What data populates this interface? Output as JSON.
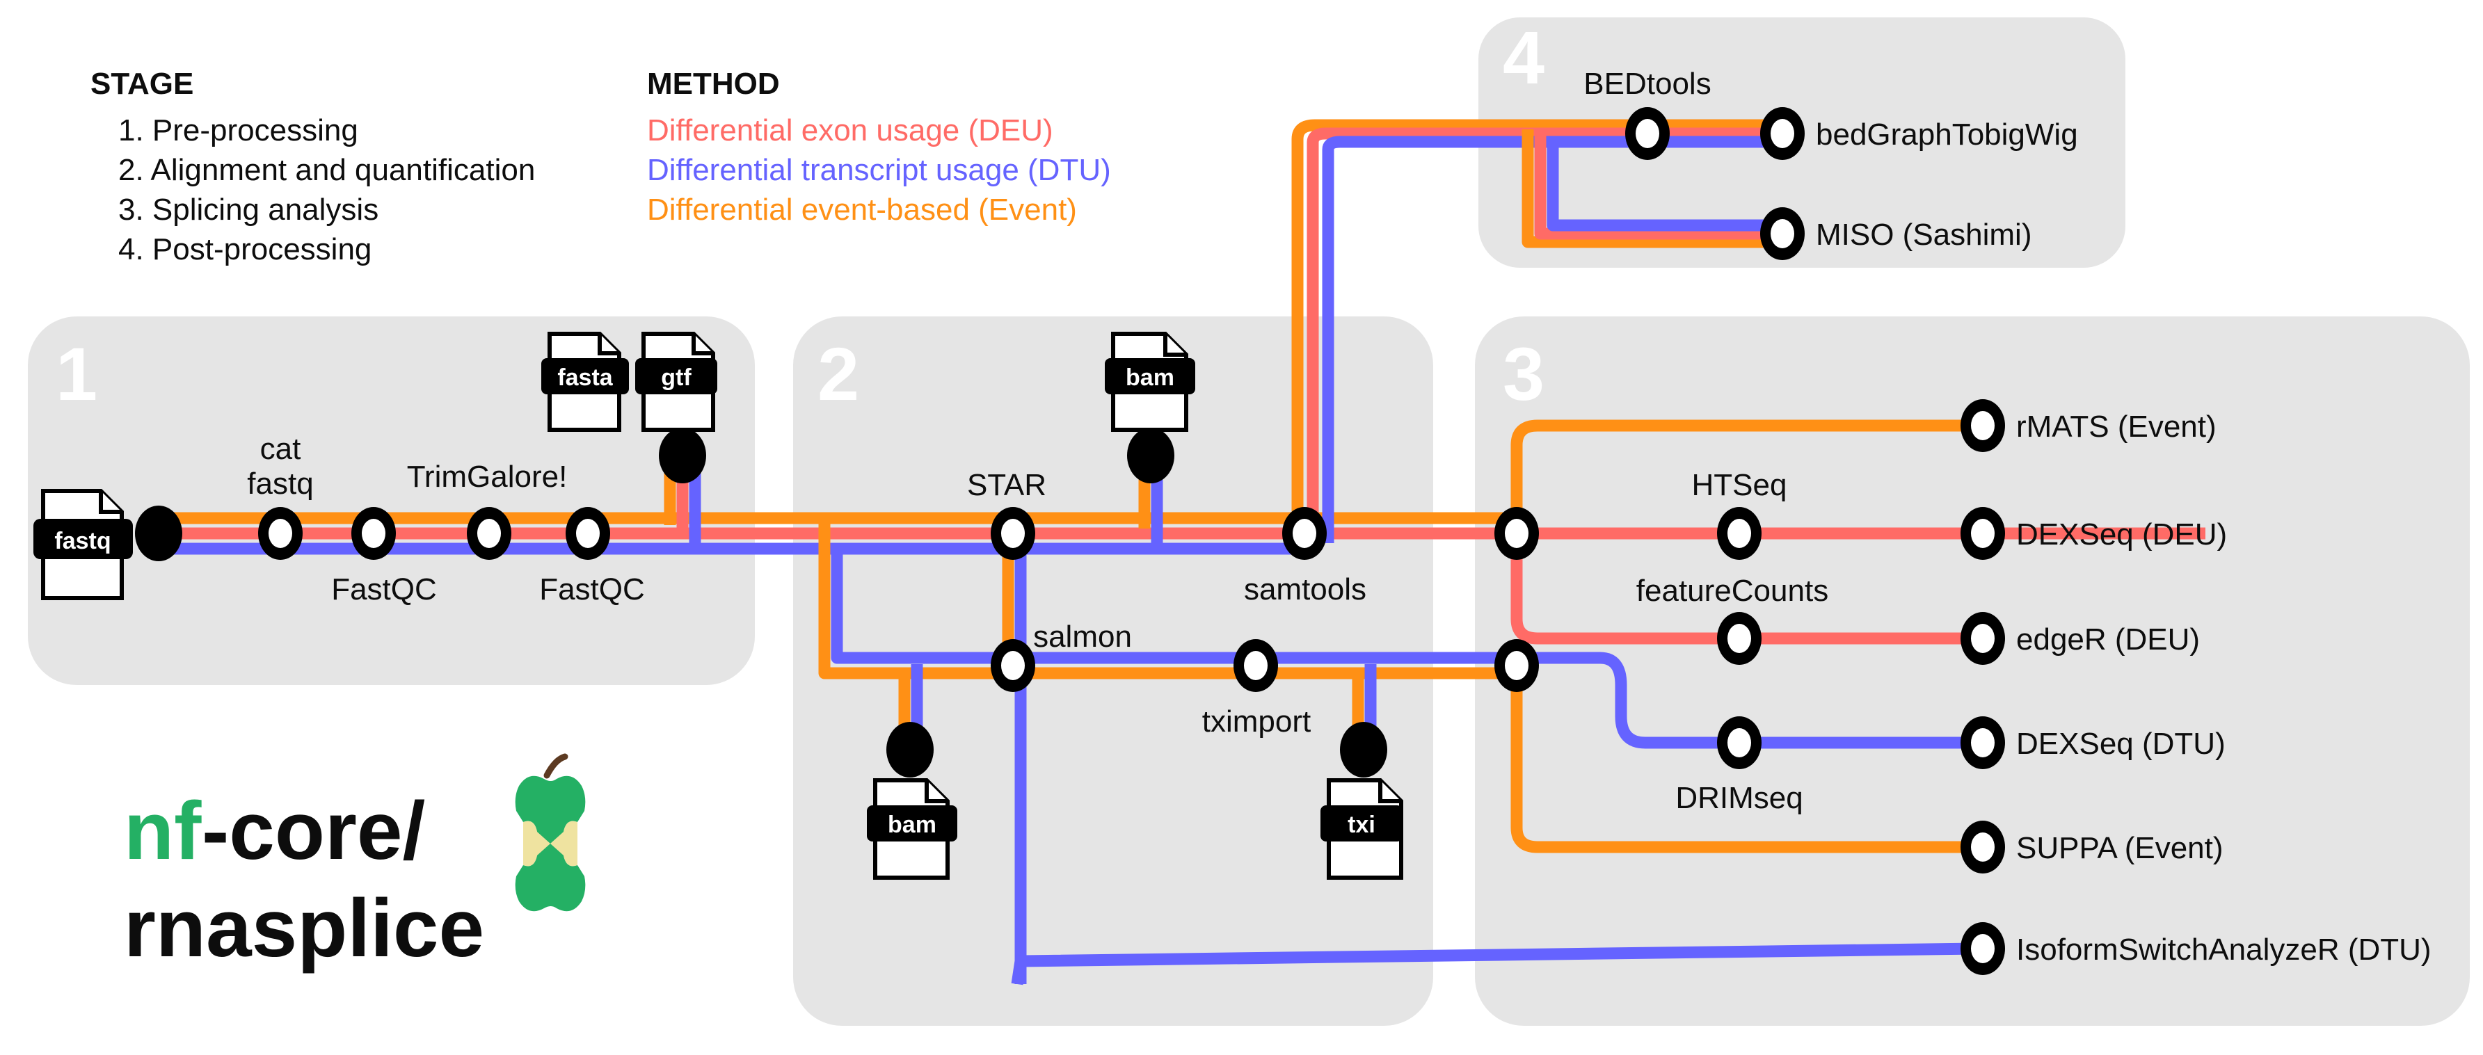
{
  "legend": {
    "stage": {
      "title": "STAGE",
      "items": [
        "1. Pre-processing",
        "2. Alignment and quantification",
        "3. Splicing analysis",
        "4. Post-processing"
      ]
    },
    "method": {
      "title": "METHOD",
      "items": [
        {
          "label": "Differential exon usage (DEU)",
          "color": "#FF6B66",
          "key": "DEU"
        },
        {
          "label": "Differential transcript usage (DTU)",
          "color": "#6563FF",
          "key": "DTU"
        },
        {
          "label": "Differential event-based (Event)",
          "color": "#FF9015",
          "key": "Event"
        }
      ]
    }
  },
  "colors": {
    "deu": "#FF6B66",
    "dtu": "#6563FF",
    "event": "#FF9015",
    "panel": "#E5E5E5",
    "node": "#000000",
    "text": "#0d0d0d",
    "logo_green": "#24B064",
    "logo_cream": "#EFE3A0",
    "logo_stem": "#5C3A21"
  },
  "stages": [
    {
      "number": "1",
      "name": "Pre-processing"
    },
    {
      "number": "2",
      "name": "Alignment and quantification"
    },
    {
      "number": "3",
      "name": "Splicing analysis"
    },
    {
      "number": "4",
      "name": "Post-processing"
    }
  ],
  "files": [
    {
      "id": "fastq-in",
      "label": "fastq"
    },
    {
      "id": "fasta-ref",
      "label": "fasta"
    },
    {
      "id": "gtf-ref",
      "label": "gtf"
    },
    {
      "id": "bam-in",
      "label": "bam"
    },
    {
      "id": "bam-out",
      "label": "bam"
    },
    {
      "id": "txi-out",
      "label": "txi"
    }
  ],
  "nodes": [
    {
      "id": "cat-fastq",
      "label": "cat\nfastq",
      "line1": "cat",
      "line2": "fastq",
      "stage": 1
    },
    {
      "id": "fastqc-1",
      "label": "FastQC",
      "stage": 1
    },
    {
      "id": "trimgalore",
      "label": "TrimGalore!",
      "stage": 1
    },
    {
      "id": "fastqc-2",
      "label": "FastQC",
      "stage": 1
    },
    {
      "id": "star",
      "label": "STAR",
      "stage": 2
    },
    {
      "id": "samtools",
      "label": "samtools",
      "stage": 2
    },
    {
      "id": "salmon",
      "label": "salmon",
      "stage": 2
    },
    {
      "id": "tximport",
      "label": "tximport",
      "stage": 2
    },
    {
      "id": "htseq",
      "label": "HTSeq",
      "stage": 3
    },
    {
      "id": "featurecounts",
      "label": "featureCounts",
      "stage": 3
    },
    {
      "id": "drimseq",
      "label": "DRIMseq",
      "stage": 3
    },
    {
      "id": "bedtools",
      "label": "BEDtools",
      "stage": 4
    }
  ],
  "outputs": [
    {
      "id": "rmats",
      "label": "rMATS (Event)",
      "method": "Event",
      "stage": 3
    },
    {
      "id": "dexseq-deu",
      "label": "DEXSeq (DEU)",
      "method": "DEU",
      "stage": 3
    },
    {
      "id": "edger-deu",
      "label": "edgeR (DEU)",
      "method": "DEU",
      "stage": 3
    },
    {
      "id": "dexseq-dtu",
      "label": "DEXSeq (DTU)",
      "method": "DTU",
      "stage": 3
    },
    {
      "id": "suppa",
      "label": "SUPPA (Event)",
      "method": "Event",
      "stage": 3
    },
    {
      "id": "isoformswitchanalyzer",
      "label": "IsoformSwitchAnalyzeR (DTU)",
      "method": "DTU",
      "stage": 3
    },
    {
      "id": "bedgraphtobigwig",
      "label": "bedGraphTobigWig",
      "method": "all",
      "stage": 4
    },
    {
      "id": "miso",
      "label": "MISO (Sashimi)",
      "method": "all",
      "stage": 4
    }
  ],
  "logo": {
    "org_prefix": "nf",
    "org_suffix": "-core/",
    "pipeline": "rnasplice",
    "icon": "apple-core-icon"
  }
}
